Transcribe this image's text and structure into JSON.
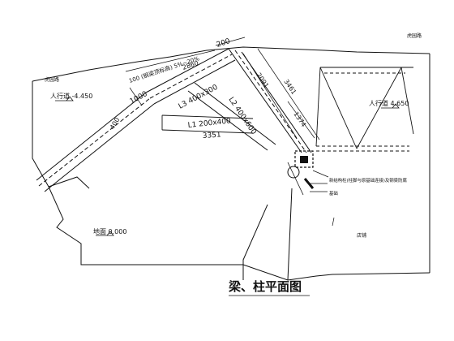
{
  "drawing": {
    "caption": "梁、柱平面图",
    "notes": {
      "top_left_note": "虎园路",
      "top_right_note": "虎园路",
      "right_building": "店铺",
      "leader_note": "新结构柱(柱脚与原基础连接)及钢梁防腐",
      "leader_sub": "基础"
    },
    "elevations": {
      "left": "人行道 -4.450",
      "right": "人行道 4.650",
      "bottom": "地面 0.000"
    },
    "beam_labels": {
      "l1": "L1 200x400",
      "l2": "L2 400x600",
      "l3": "L3 400x300"
    },
    "dimensions": {
      "d200": "200",
      "d2860": "2860",
      "d2091": "2091",
      "d3461": "3461",
      "d1374": "1374",
      "d3351": "3351",
      "d1000": "1000",
      "d400": "400",
      "d100_note": "100 (钢梁顶标高) 5%~20%"
    }
  }
}
